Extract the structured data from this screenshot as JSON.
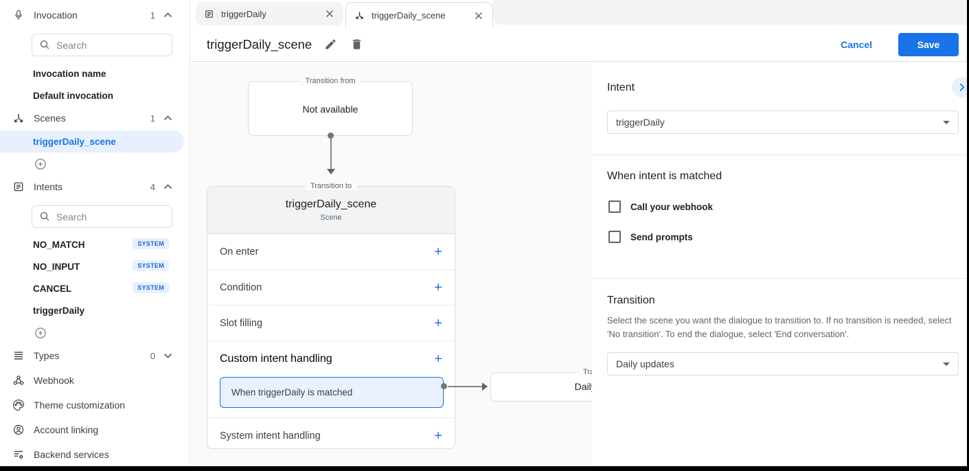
{
  "colors": {
    "accent": "#1a73e8",
    "selected_bg": "#e8f0fe",
    "badge_text": "#1967d2",
    "canvas_bg": "#fafafa"
  },
  "sidebar": {
    "invocation": {
      "label": "Invocation",
      "count": "1",
      "search_placeholder": "Search",
      "items": [
        "Invocation name",
        "Default invocation"
      ]
    },
    "scenes": {
      "label": "Scenes",
      "count": "1",
      "selected_item": "triggerDaily_scene"
    },
    "intents": {
      "label": "Intents",
      "count": "4",
      "search_placeholder": "Search",
      "items": [
        {
          "name": "NO_MATCH",
          "badge": "SYSTEM"
        },
        {
          "name": "NO_INPUT",
          "badge": "SYSTEM"
        },
        {
          "name": "CANCEL",
          "badge": "SYSTEM"
        },
        {
          "name": "triggerDaily",
          "badge": ""
        }
      ]
    },
    "types": {
      "label": "Types",
      "count": "0"
    },
    "links": [
      "Webhook",
      "Theme customization",
      "Account linking",
      "Backend services"
    ]
  },
  "tabs": [
    {
      "label": "triggerDaily"
    },
    {
      "label": "triggerDaily_scene"
    }
  ],
  "header": {
    "title": "triggerDaily_scene",
    "cancel_label": "Cancel",
    "save_label": "Save"
  },
  "canvas": {
    "transition_from": {
      "legend": "Transition from",
      "content": "Not available"
    },
    "scene_card": {
      "legend": "Transition to",
      "title": "triggerDaily_scene",
      "subtitle": "Scene",
      "rows": [
        "On enter",
        "Condition",
        "Slot filling",
        "Custom intent handling"
      ],
      "highlighted_item": "When triggerDaily is matched",
      "last_row": "System intent handling"
    },
    "target_card": {
      "legend": "Transition to",
      "content": "Daily updates"
    }
  },
  "panel": {
    "intent": {
      "heading": "Intent",
      "value": "triggerDaily"
    },
    "matched": {
      "heading": "When intent is matched",
      "checkboxes": [
        "Call your webhook",
        "Send prompts"
      ]
    },
    "transition": {
      "heading": "Transition",
      "description": "Select the scene you want the dialogue to transition to. If no transition is needed, select 'No transition'. To end the dialogue, select 'End conversation'.",
      "value": "Daily updates"
    }
  }
}
